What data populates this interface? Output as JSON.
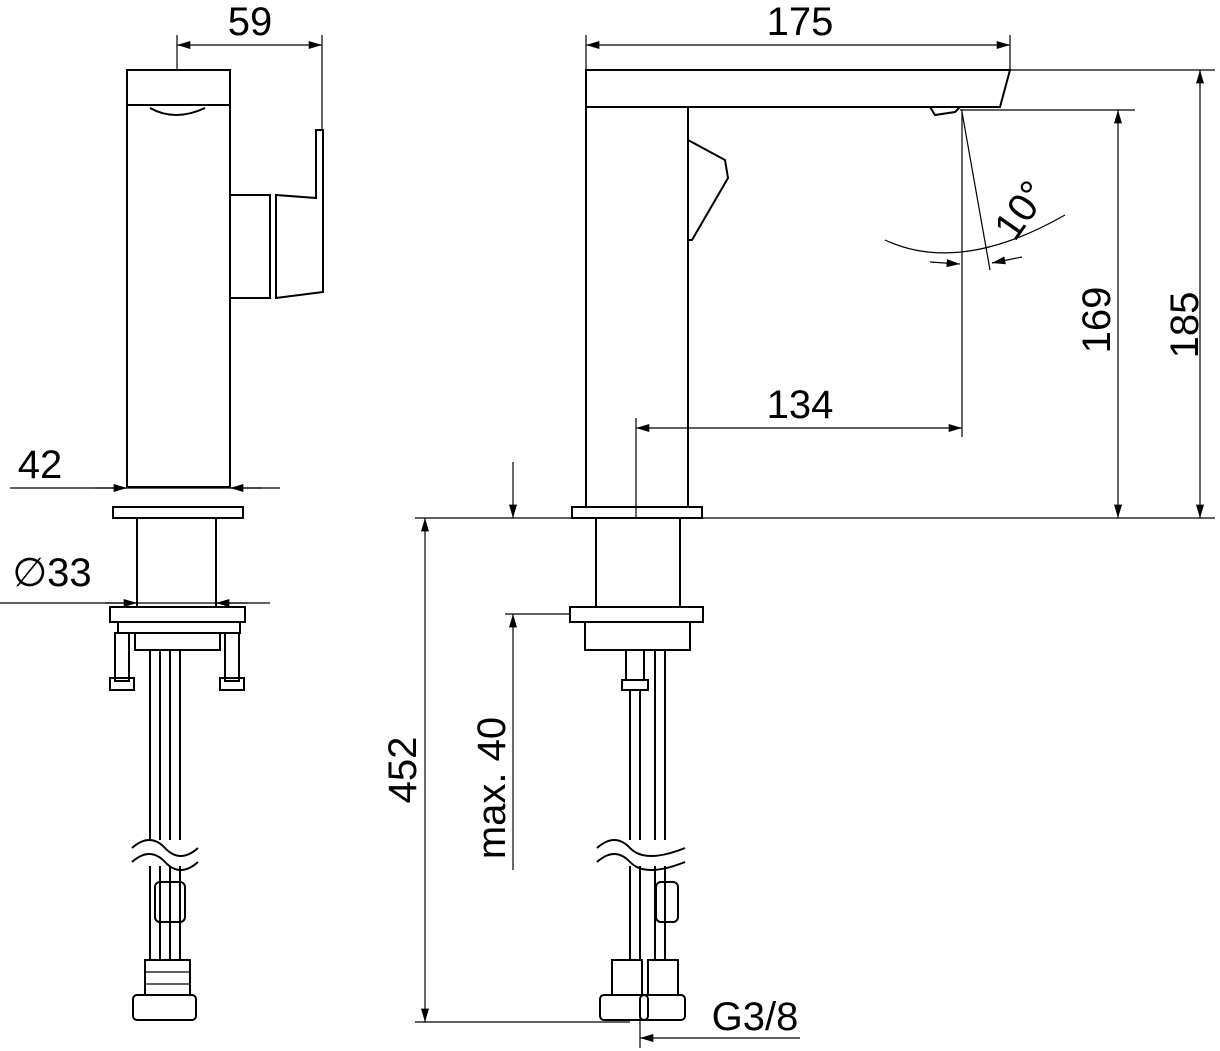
{
  "drawing": {
    "views": [
      "side-view",
      "front-view"
    ],
    "line_color": "#000000",
    "background": "#ffffff",
    "dimensions": {
      "top_width_side": "59",
      "spout_length": "175",
      "body_width": "42",
      "shank_diameter": "∅33",
      "spout_height": "169",
      "total_height": "185",
      "spout_reach": "134",
      "spray_angle": "10°",
      "hose_length": "452",
      "max_counter_thickness": "max. 40",
      "connection_thread": "G3/8"
    }
  }
}
